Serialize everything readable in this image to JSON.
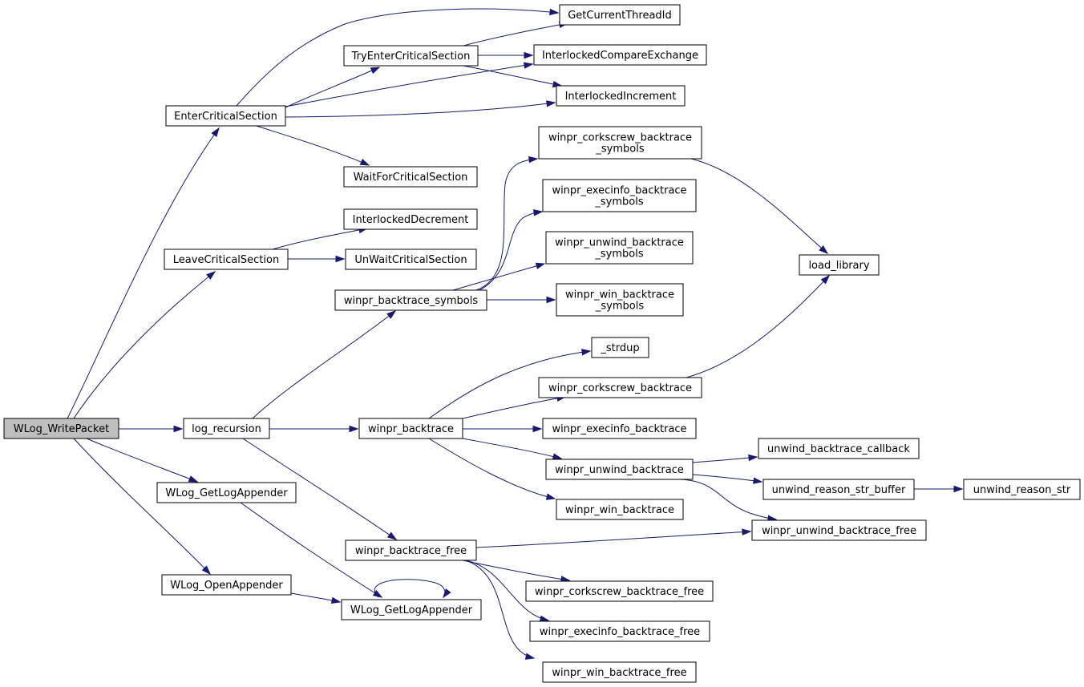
{
  "colors": {
    "edge": "#191970",
    "node_border": "#000000",
    "node_fill": "#ffffff",
    "root_fill": "#bfbfbf"
  },
  "nodes": {
    "wlog_writepacket": {
      "label": [
        "WLog_WritePacket"
      ],
      "root": true
    },
    "entercriticalsection": {
      "label": [
        "EnterCriticalSection"
      ]
    },
    "leavecriticalsection": {
      "label": [
        "LeaveCriticalSection"
      ]
    },
    "log_recursion": {
      "label": [
        "log_recursion"
      ]
    },
    "wlog_getlogappender_a": {
      "label": [
        "WLog_GetLogAppender"
      ]
    },
    "wlog_openappender": {
      "label": [
        "WLog_OpenAppender"
      ]
    },
    "getcurrentthreadid": {
      "label": [
        "GetCurrentThreadId"
      ]
    },
    "tryentercriticalsection": {
      "label": [
        "TryEnterCriticalSection"
      ]
    },
    "interlockedcompareexchange": {
      "label": [
        "InterlockedCompareExchange"
      ]
    },
    "interlockedincrement": {
      "label": [
        "InterlockedIncrement"
      ]
    },
    "waitforcriticalsection": {
      "label": [
        "WaitForCriticalSection"
      ]
    },
    "interlockeddecrement": {
      "label": [
        "InterlockedDecrement"
      ]
    },
    "unwaitcriticalsection": {
      "label": [
        "UnWaitCriticalSection"
      ]
    },
    "winpr_backtrace_symbols": {
      "label": [
        "winpr_backtrace_symbols"
      ]
    },
    "winpr_corkscrew_backtrace_symbols": {
      "label": [
        "winpr_corkscrew_backtrace",
        "_symbols"
      ]
    },
    "winpr_execinfo_backtrace_symbols": {
      "label": [
        "winpr_execinfo_backtrace",
        "_symbols"
      ]
    },
    "winpr_unwind_backtrace_symbols": {
      "label": [
        "winpr_unwind_backtrace",
        "_symbols"
      ]
    },
    "winpr_win_backtrace_symbols": {
      "label": [
        "winpr_win_backtrace",
        "_symbols"
      ]
    },
    "load_library": {
      "label": [
        "load_library"
      ]
    },
    "strdup": {
      "label": [
        "_strdup"
      ]
    },
    "winpr_backtrace": {
      "label": [
        "winpr_backtrace"
      ]
    },
    "winpr_corkscrew_backtrace": {
      "label": [
        "winpr_corkscrew_backtrace"
      ]
    },
    "winpr_execinfo_backtrace": {
      "label": [
        "winpr_execinfo_backtrace"
      ]
    },
    "winpr_unwind_backtrace": {
      "label": [
        "winpr_unwind_backtrace"
      ]
    },
    "winpr_win_backtrace": {
      "label": [
        "winpr_win_backtrace"
      ]
    },
    "unwind_backtrace_callback": {
      "label": [
        "unwind_backtrace_callback"
      ]
    },
    "unwind_reason_str_buffer": {
      "label": [
        "unwind_reason_str_buffer"
      ]
    },
    "unwind_reason_str": {
      "label": [
        "unwind_reason_str"
      ]
    },
    "winpr_unwind_backtrace_free": {
      "label": [
        "winpr_unwind_backtrace_free"
      ]
    },
    "winpr_backtrace_free": {
      "label": [
        "winpr_backtrace_free"
      ]
    },
    "winpr_corkscrew_backtrace_free": {
      "label": [
        "winpr_corkscrew_backtrace_free"
      ]
    },
    "winpr_execinfo_backtrace_free": {
      "label": [
        "winpr_execinfo_backtrace_free"
      ]
    },
    "winpr_win_backtrace_free": {
      "label": [
        "winpr_win_backtrace_free"
      ]
    },
    "wlog_getlogappender_b": {
      "label": [
        "WLog_GetLogAppender"
      ]
    }
  },
  "edges": [
    [
      "wlog_writepacket",
      "entercriticalsection"
    ],
    [
      "wlog_writepacket",
      "leavecriticalsection"
    ],
    [
      "wlog_writepacket",
      "log_recursion"
    ],
    [
      "wlog_writepacket",
      "wlog_getlogappender_a"
    ],
    [
      "wlog_writepacket",
      "wlog_openappender"
    ],
    [
      "entercriticalsection",
      "getcurrentthreadid"
    ],
    [
      "entercriticalsection",
      "tryentercriticalsection"
    ],
    [
      "entercriticalsection",
      "interlockedcompareexchange"
    ],
    [
      "entercriticalsection",
      "interlockedincrement"
    ],
    [
      "entercriticalsection",
      "waitforcriticalsection"
    ],
    [
      "tryentercriticalsection",
      "getcurrentthreadid"
    ],
    [
      "tryentercriticalsection",
      "interlockedcompareexchange"
    ],
    [
      "tryentercriticalsection",
      "interlockedincrement"
    ],
    [
      "leavecriticalsection",
      "interlockeddecrement"
    ],
    [
      "leavecriticalsection",
      "unwaitcriticalsection"
    ],
    [
      "log_recursion",
      "winpr_backtrace_symbols"
    ],
    [
      "log_recursion",
      "winpr_backtrace"
    ],
    [
      "log_recursion",
      "winpr_backtrace_free"
    ],
    [
      "winpr_backtrace_symbols",
      "winpr_corkscrew_backtrace_symbols"
    ],
    [
      "winpr_backtrace_symbols",
      "winpr_execinfo_backtrace_symbols"
    ],
    [
      "winpr_backtrace_symbols",
      "winpr_unwind_backtrace_symbols"
    ],
    [
      "winpr_backtrace_symbols",
      "winpr_win_backtrace_symbols"
    ],
    [
      "winpr_corkscrew_backtrace_symbols",
      "load_library"
    ],
    [
      "winpr_backtrace",
      "strdup"
    ],
    [
      "winpr_backtrace",
      "winpr_corkscrew_backtrace"
    ],
    [
      "winpr_backtrace",
      "winpr_execinfo_backtrace"
    ],
    [
      "winpr_backtrace",
      "winpr_unwind_backtrace"
    ],
    [
      "winpr_backtrace",
      "winpr_win_backtrace"
    ],
    [
      "winpr_corkscrew_backtrace",
      "load_library"
    ],
    [
      "winpr_unwind_backtrace",
      "unwind_backtrace_callback"
    ],
    [
      "winpr_unwind_backtrace",
      "unwind_reason_str_buffer"
    ],
    [
      "winpr_unwind_backtrace",
      "winpr_unwind_backtrace_free"
    ],
    [
      "unwind_reason_str_buffer",
      "unwind_reason_str"
    ],
    [
      "winpr_backtrace_free",
      "winpr_unwind_backtrace_free"
    ],
    [
      "winpr_backtrace_free",
      "winpr_corkscrew_backtrace_free"
    ],
    [
      "winpr_backtrace_free",
      "winpr_execinfo_backtrace_free"
    ],
    [
      "winpr_backtrace_free",
      "winpr_win_backtrace_free"
    ],
    [
      "wlog_getlogappender_a",
      "wlog_getlogappender_b"
    ],
    [
      "wlog_openappender",
      "wlog_getlogappender_b"
    ],
    [
      "wlog_getlogappender_b",
      "wlog_getlogappender_b"
    ]
  ]
}
